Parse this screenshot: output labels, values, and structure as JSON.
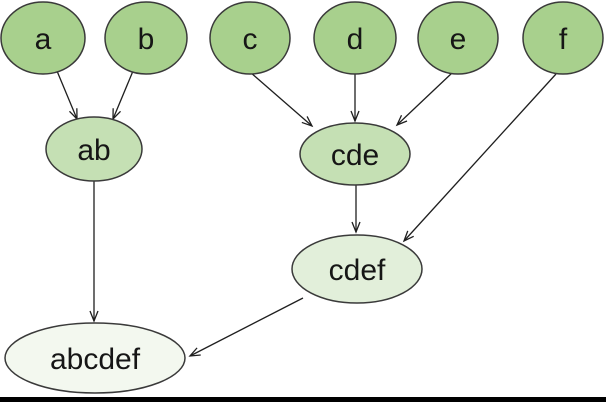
{
  "diagram": {
    "type": "dag",
    "description": "Hierarchical merge diagram: leaf nodes a-f combine into ab, cde, then cdef, then abcdef",
    "nodes": [
      {
        "id": "a",
        "label": "a",
        "fill": "#a8d08d"
      },
      {
        "id": "b",
        "label": "b",
        "fill": "#a8d08d"
      },
      {
        "id": "c",
        "label": "c",
        "fill": "#a8d08d"
      },
      {
        "id": "d",
        "label": "d",
        "fill": "#a8d08d"
      },
      {
        "id": "e",
        "label": "e",
        "fill": "#a8d08d"
      },
      {
        "id": "f",
        "label": "f",
        "fill": "#a8d08d"
      },
      {
        "id": "ab",
        "label": "ab",
        "fill": "#c5e0b4"
      },
      {
        "id": "cde",
        "label": "cde",
        "fill": "#c5e0b4"
      },
      {
        "id": "cdef",
        "label": "cdef",
        "fill": "#e2efda"
      },
      {
        "id": "abcdef",
        "label": "abcdef",
        "fill": "#f3f8ef"
      }
    ],
    "edges": [
      {
        "from": "a",
        "to": "ab"
      },
      {
        "from": "b",
        "to": "ab"
      },
      {
        "from": "c",
        "to": "cde"
      },
      {
        "from": "d",
        "to": "cde"
      },
      {
        "from": "e",
        "to": "cde"
      },
      {
        "from": "f",
        "to": "cdef"
      },
      {
        "from": "cde",
        "to": "cdef"
      },
      {
        "from": "ab",
        "to": "abcdef"
      },
      {
        "from": "cdef",
        "to": "abcdef"
      }
    ],
    "colors": {
      "node_outline": "#3a3a3a",
      "edge": "#1f1f1f",
      "label": "#161616",
      "background": "#ffffff",
      "bottom_border": "#000000"
    }
  }
}
